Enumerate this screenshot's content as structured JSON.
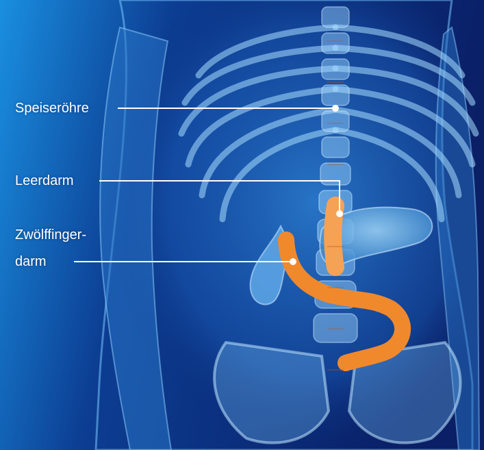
{
  "labels": {
    "speiseroehre": "Speiseröhre",
    "leerdarm": "Leerdarm",
    "zwoelffinger_line1": "Zwölffinger-",
    "zwoelffinger_line2": "darm"
  },
  "colors": {
    "background_dark": "#0a1f66",
    "background_mid": "#1467c2",
    "skeleton": "#9fd8ff",
    "organ_orange": "#f08a2c",
    "organ_highlight": "#ffb070",
    "pancreas": "#6fb6ea",
    "label_text": "#ffffff",
    "pointer_line": "#ffffff"
  }
}
